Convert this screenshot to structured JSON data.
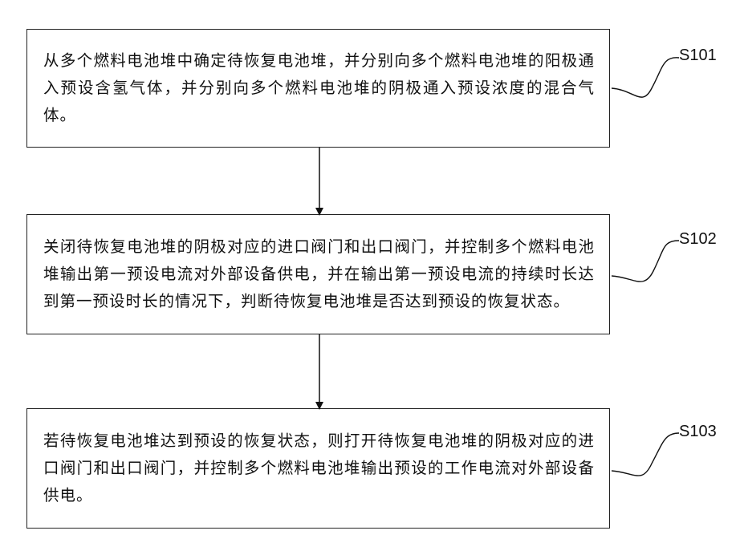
{
  "steps": [
    {
      "id": "S101",
      "text": "从多个燃料电池堆中确定待恢复电池堆，并分别向多个燃料电池堆的阳极通入预设含氢气体，并分别向多个燃料电池堆的阴极通入预设浓度的混合气体。"
    },
    {
      "id": "S102",
      "text": "关闭待恢复电池堆的阴极对应的进口阀门和出口阀门，并控制多个燃料电池堆输出第一预设电流对外部设备供电，并在输出第一预设电流的持续时长达到第一预设时长的情况下，判断待恢复电池堆是否达到预设的恢复状态。"
    },
    {
      "id": "S103",
      "text": "若待恢复电池堆达到预设的恢复状态，则打开待恢复电池堆的阴极对应的进口阀门和出口阀门，并控制多个燃料电池堆输出预设的工作电流对外部设备供电。"
    }
  ]
}
